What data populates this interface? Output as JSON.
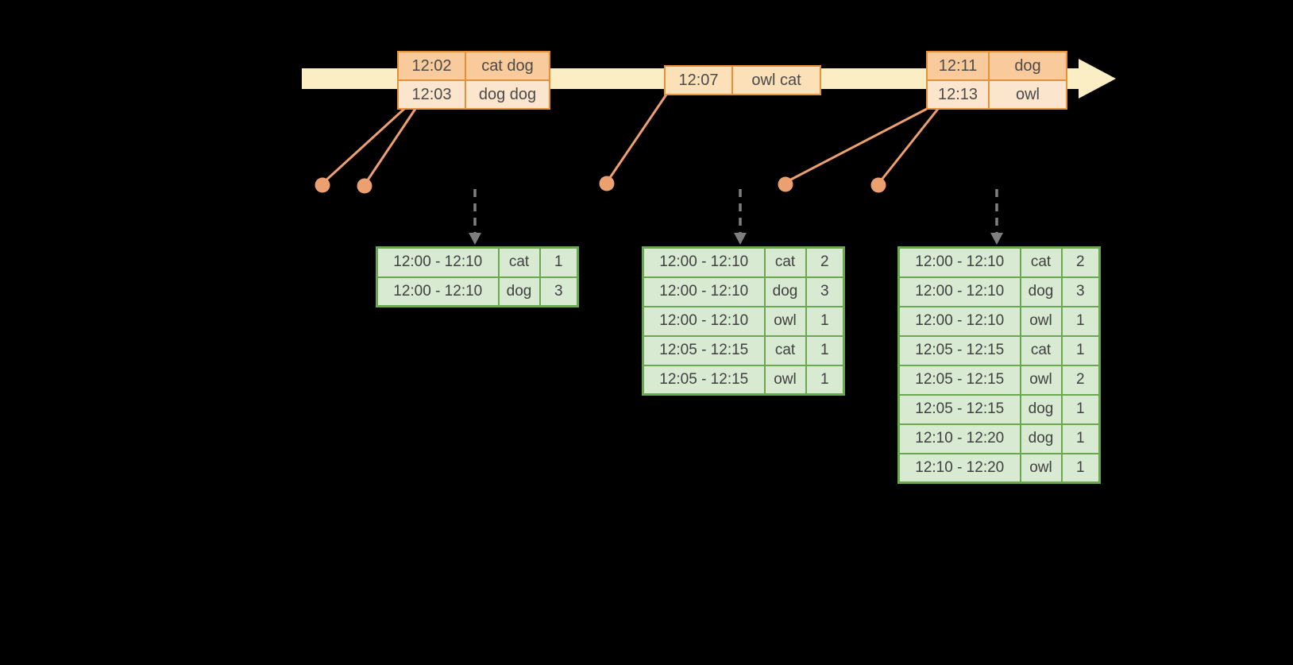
{
  "colors": {
    "background": "#000000",
    "timeline_arrow": "#FBEDC4",
    "event_border": "#E69138",
    "event_row_dark": "#F9CB9C",
    "event_row_light": "#FCE5CD",
    "event_row_mid": "#FCE0B8",
    "connector": "#EDA06F",
    "dashed_arrow": "#7F7F7F",
    "result_border": "#6AA84F",
    "result_fill": "#D9EAD3",
    "table_text": "#404040"
  },
  "event_tables": [
    {
      "rows": [
        {
          "time": "12:02",
          "words": "cat dog"
        },
        {
          "time": "12:03",
          "words": "dog dog"
        }
      ]
    },
    {
      "rows": [
        {
          "time": "12:07",
          "words": "owl cat"
        }
      ]
    },
    {
      "rows": [
        {
          "time": "12:11",
          "words": "dog"
        },
        {
          "time": "12:13",
          "words": "owl"
        }
      ]
    }
  ],
  "result_tables": [
    {
      "rows": [
        [
          "12:00 - 12:10",
          "cat",
          "1"
        ],
        [
          "12:00 - 12:10",
          "dog",
          "3"
        ]
      ]
    },
    {
      "rows": [
        [
          "12:00 - 12:10",
          "cat",
          "2"
        ],
        [
          "12:00 - 12:10",
          "dog",
          "3"
        ],
        [
          "12:00 - 12:10",
          "owl",
          "1"
        ],
        [
          "12:05 - 12:15",
          "cat",
          "1"
        ],
        [
          "12:05 - 12:15",
          "owl",
          "1"
        ]
      ]
    },
    {
      "rows": [
        [
          "12:00 - 12:10",
          "cat",
          "2"
        ],
        [
          "12:00 - 12:10",
          "dog",
          "3"
        ],
        [
          "12:00 - 12:10",
          "owl",
          "1"
        ],
        [
          "12:05 - 12:15",
          "cat",
          "1"
        ],
        [
          "12:05 - 12:15",
          "owl",
          "2"
        ],
        [
          "12:05 - 12:15",
          "dog",
          "1"
        ],
        [
          "12:10 - 12:20",
          "dog",
          "1"
        ],
        [
          "12:10 - 12:20",
          "owl",
          "1"
        ]
      ]
    }
  ]
}
